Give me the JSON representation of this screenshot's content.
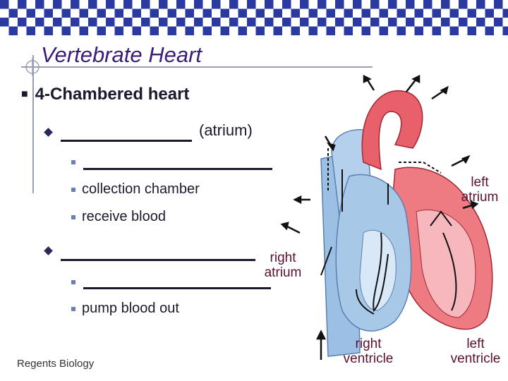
{
  "slide": {
    "title": "Vertebrate Heart",
    "bullet": "4-Chambered heart",
    "sub1": {
      "blank_suffix": "(atrium)",
      "items": [
        "collection chamber",
        "receive blood"
      ]
    },
    "sub2": {
      "items": [
        "pump blood out"
      ]
    },
    "footer": "Regents Biology"
  },
  "diagram_labels": {
    "left_atrium": "left atrium",
    "right_atrium": "right atrium",
    "right_ventricle": "right ventricle",
    "left_ventricle": "left ventricle"
  },
  "colors": {
    "title": "#3a1d7a",
    "bar_blue": "#2a3aa0",
    "oxygen_rich": "#e8606a",
    "oxygen_poor": "#9cc0e4"
  }
}
